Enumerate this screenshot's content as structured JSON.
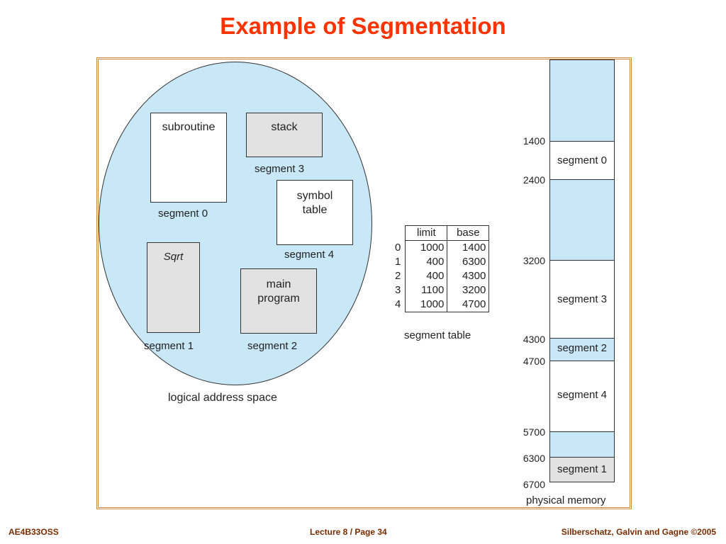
{
  "title": "Example of Segmentation",
  "logical_space": {
    "caption": "logical address space",
    "segments": [
      {
        "box_text": "subroutine",
        "label": "segment 0"
      },
      {
        "box_text": "Sqrt",
        "label": "segment 1"
      },
      {
        "box_text": "main\nprogram",
        "label": "segment 2"
      },
      {
        "box_text": "stack",
        "label": "segment 3"
      },
      {
        "box_text": "symbol\ntable",
        "label": "segment 4"
      }
    ]
  },
  "segment_table": {
    "caption": "segment table",
    "headers": [
      "limit",
      "base"
    ],
    "rows": [
      {
        "index": "0",
        "limit": "1000",
        "base": "1400"
      },
      {
        "index": "1",
        "limit": "400",
        "base": "6300"
      },
      {
        "index": "2",
        "limit": "400",
        "base": "4300"
      },
      {
        "index": "3",
        "limit": "1100",
        "base": "3200"
      },
      {
        "index": "4",
        "limit": "1000",
        "base": "4700"
      }
    ]
  },
  "physical_memory": {
    "caption": "physical memory",
    "addresses": [
      "1400",
      "2400",
      "3200",
      "4300",
      "4700",
      "5700",
      "6300",
      "6700"
    ],
    "blocks": [
      {
        "label": "",
        "state": "free"
      },
      {
        "label": "segment 0",
        "state": "used"
      },
      {
        "label": "",
        "state": "free"
      },
      {
        "label": "segment 3",
        "state": "used"
      },
      {
        "label": "segment 2",
        "state": "used"
      },
      {
        "label": "segment 4",
        "state": "used"
      },
      {
        "label": "",
        "state": "free"
      },
      {
        "label": "segment 1",
        "state": "used"
      }
    ]
  },
  "footer": {
    "left": "AE4B33OSS",
    "center": "Lecture 8 / Page 34",
    "right": "Silberschatz, Galvin and Gagne ©2005"
  },
  "colors": {
    "title": "#ff3300",
    "free_memory": "#c8e8f8",
    "frame_border": "#c98a3a",
    "footer": "#7a2b00"
  }
}
